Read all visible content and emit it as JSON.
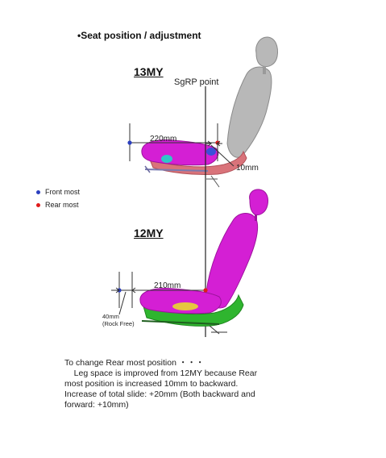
{
  "title": "•Seat position / adjustment",
  "models": {
    "upper": "13MY",
    "lower": "12MY"
  },
  "sgrp_label": "SgRP point",
  "legend": [
    {
      "label": "Front most",
      "color": "#2b3fbf"
    },
    {
      "label": "Rear most",
      "color": "#e01b1b"
    }
  ],
  "dimensions": {
    "upper_slide": "220mm",
    "upper_rear_offset": "10mm",
    "lower_slide": "210mm",
    "rock_free_value": "40mm",
    "rock_free_label": "(Rock Free)"
  },
  "colors": {
    "cushion": "#d41fd4",
    "headrest_13my": "#b8b8b8",
    "frame_13my": "#d9737a",
    "frame_12my": "#2fb52f"
  },
  "note": [
    "To change Rear most position ・・・",
    "    Leg space is improved from 12MY because Rear",
    "most position is increased 10mm to backward.",
    "Increase of total slide: +20mm (Both backward and",
    "forward: +10mm)"
  ]
}
